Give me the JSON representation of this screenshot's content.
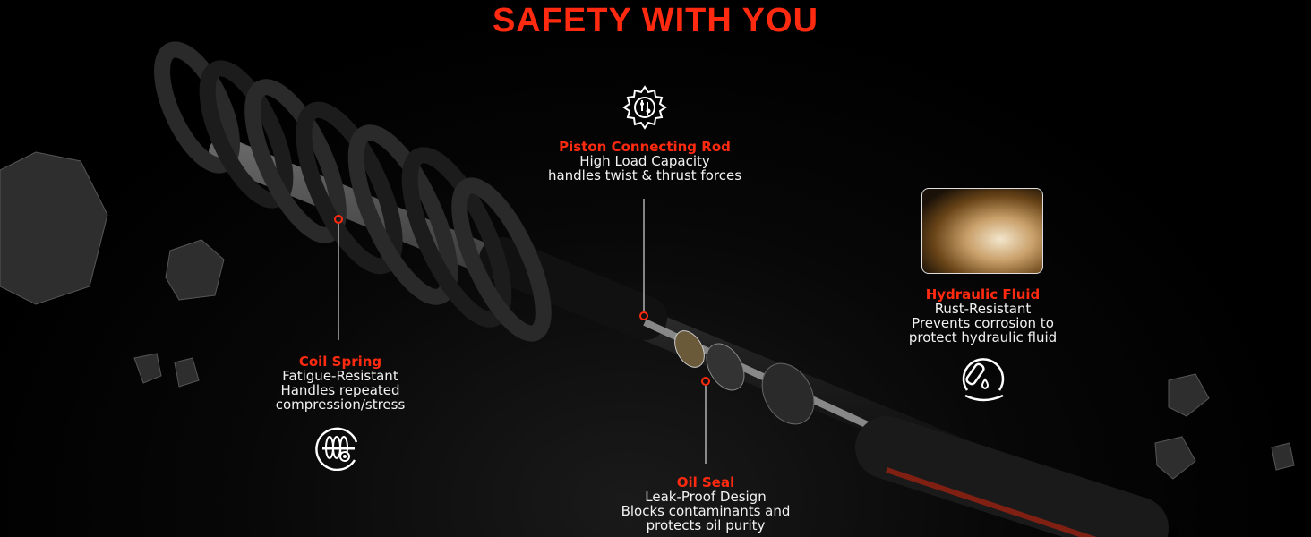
{
  "title": "SAFETY WITH YOU",
  "accent": "#ff2a0f",
  "callouts": {
    "piston": {
      "heading": "Piston Connecting Rod",
      "line1": "High Load Capacity",
      "line2": "handles twist & thrust forces",
      "icon": "gear-icon"
    },
    "hydraulic": {
      "heading": "Hydraulic Fluid",
      "line1": "Rust-Resistant",
      "line2": "Prevents corrosion to",
      "line3": "protect hydraulic fluid",
      "icon": "oil-drop-hand-icon"
    },
    "coil": {
      "heading": "Coil Spring",
      "line1": "Fatigue-Resistant",
      "line2": "Handles repeated",
      "line3": "compression/stress",
      "icon": "coil-spring-icon"
    },
    "seal": {
      "heading": "Oil Seal",
      "line1": "Leak-Proof Design",
      "line2": "Blocks contaminants and",
      "line3": "protects oil purity"
    }
  }
}
